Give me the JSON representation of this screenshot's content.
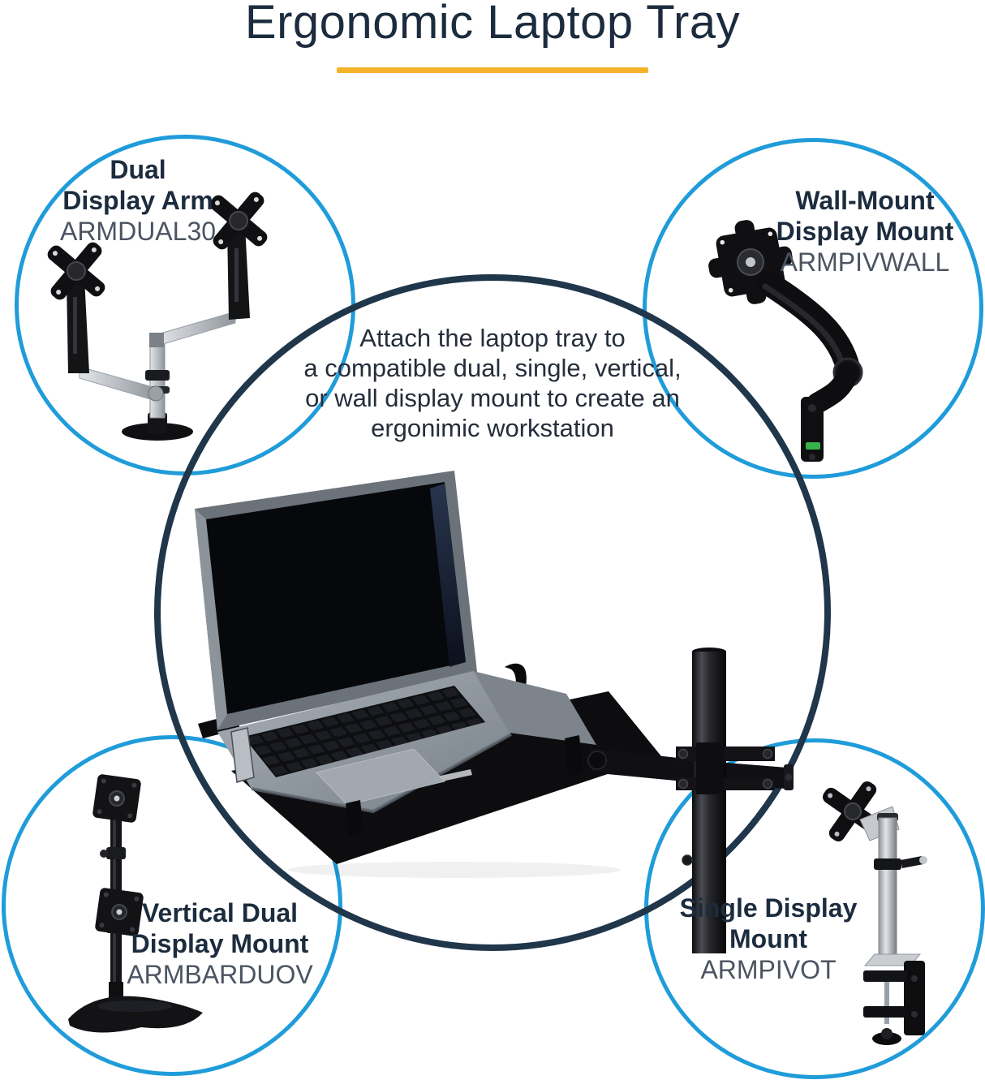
{
  "title": "Ergonomic Laptop Tray",
  "colors": {
    "accent_underline": "#F5B32B",
    "circle_blue": "#1F9CD9",
    "circle_navy": "#20364A",
    "heading_text": "#1C2C3E",
    "sku_text": "#4B5462",
    "body_text": "#262D3B"
  },
  "center_circle": {
    "description_lines": [
      "Attach the laptop tray to",
      "a compatible dual, single, vertical,",
      "or wall display mount to create an",
      "ergonimic workstation"
    ],
    "image_label": "laptop-on-tray-attached-to-pole-mount"
  },
  "mounts": {
    "top_left": {
      "line1": "Dual",
      "line2": "Display Arm",
      "sku": "ARMDUAL30",
      "image_label": "dual-display-arm"
    },
    "top_right": {
      "line1": "Wall-Mount",
      "line2": "Display Mount",
      "sku": "ARMPIVWALL",
      "image_label": "wall-mount-display-arm"
    },
    "bottom_left": {
      "line1": "Vertical Dual",
      "line2": "Display Mount",
      "sku": "ARMBARDUOV",
      "image_label": "vertical-dual-display-stand"
    },
    "bottom_right": {
      "line1": "Single Display",
      "line2": "Mount",
      "sku": "ARMPIVOT",
      "image_label": "single-display-pole-mount"
    }
  }
}
